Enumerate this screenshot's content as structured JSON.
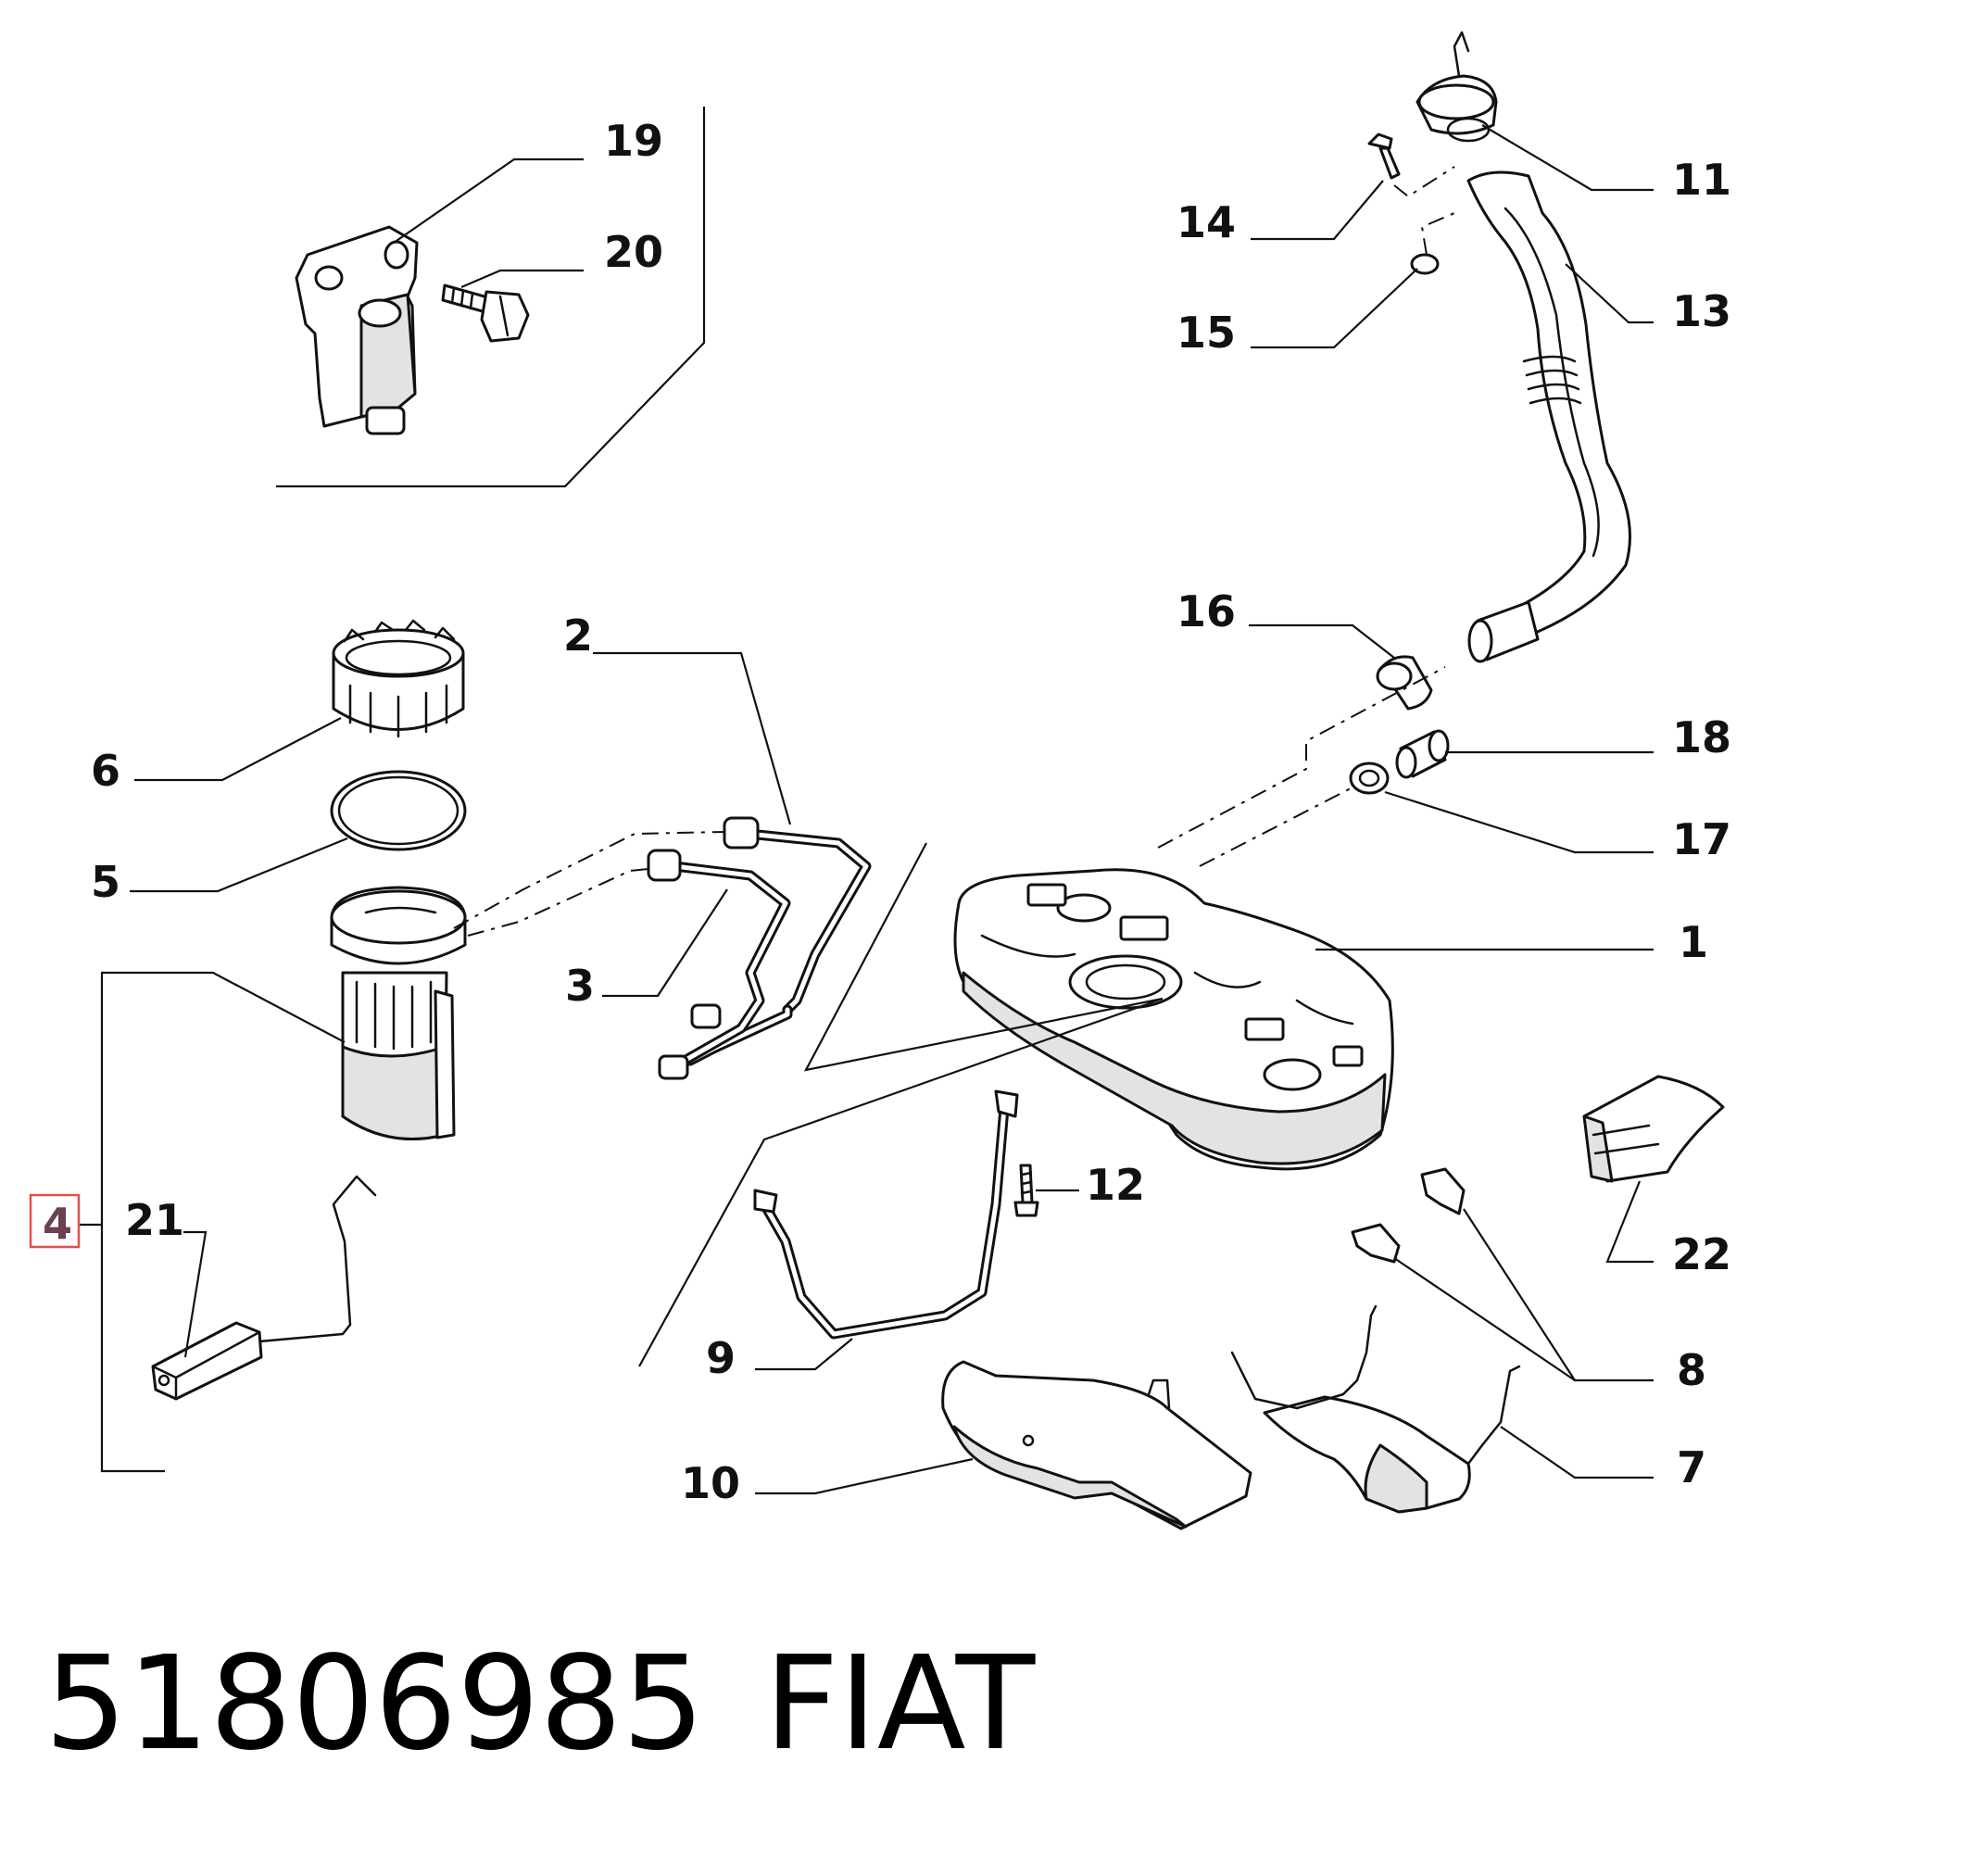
{
  "callouts": {
    "c1": "1",
    "c2": "2",
    "c3": "3",
    "c4": "4",
    "c5": "5",
    "c6": "6",
    "c7": "7",
    "c8": "8",
    "c9": "9",
    "c10": "10",
    "c11": "11",
    "c12": "12",
    "c13": "13",
    "c14": "14",
    "c15": "15",
    "c16": "16",
    "c17": "17",
    "c18": "18",
    "c19": "19",
    "c20": "20",
    "c21": "21",
    "c22": "22"
  },
  "highlighted_callout": "4",
  "highlight_color": "#d9534f",
  "footer": {
    "part_number": "51806985",
    "brand": "FIAT"
  }
}
